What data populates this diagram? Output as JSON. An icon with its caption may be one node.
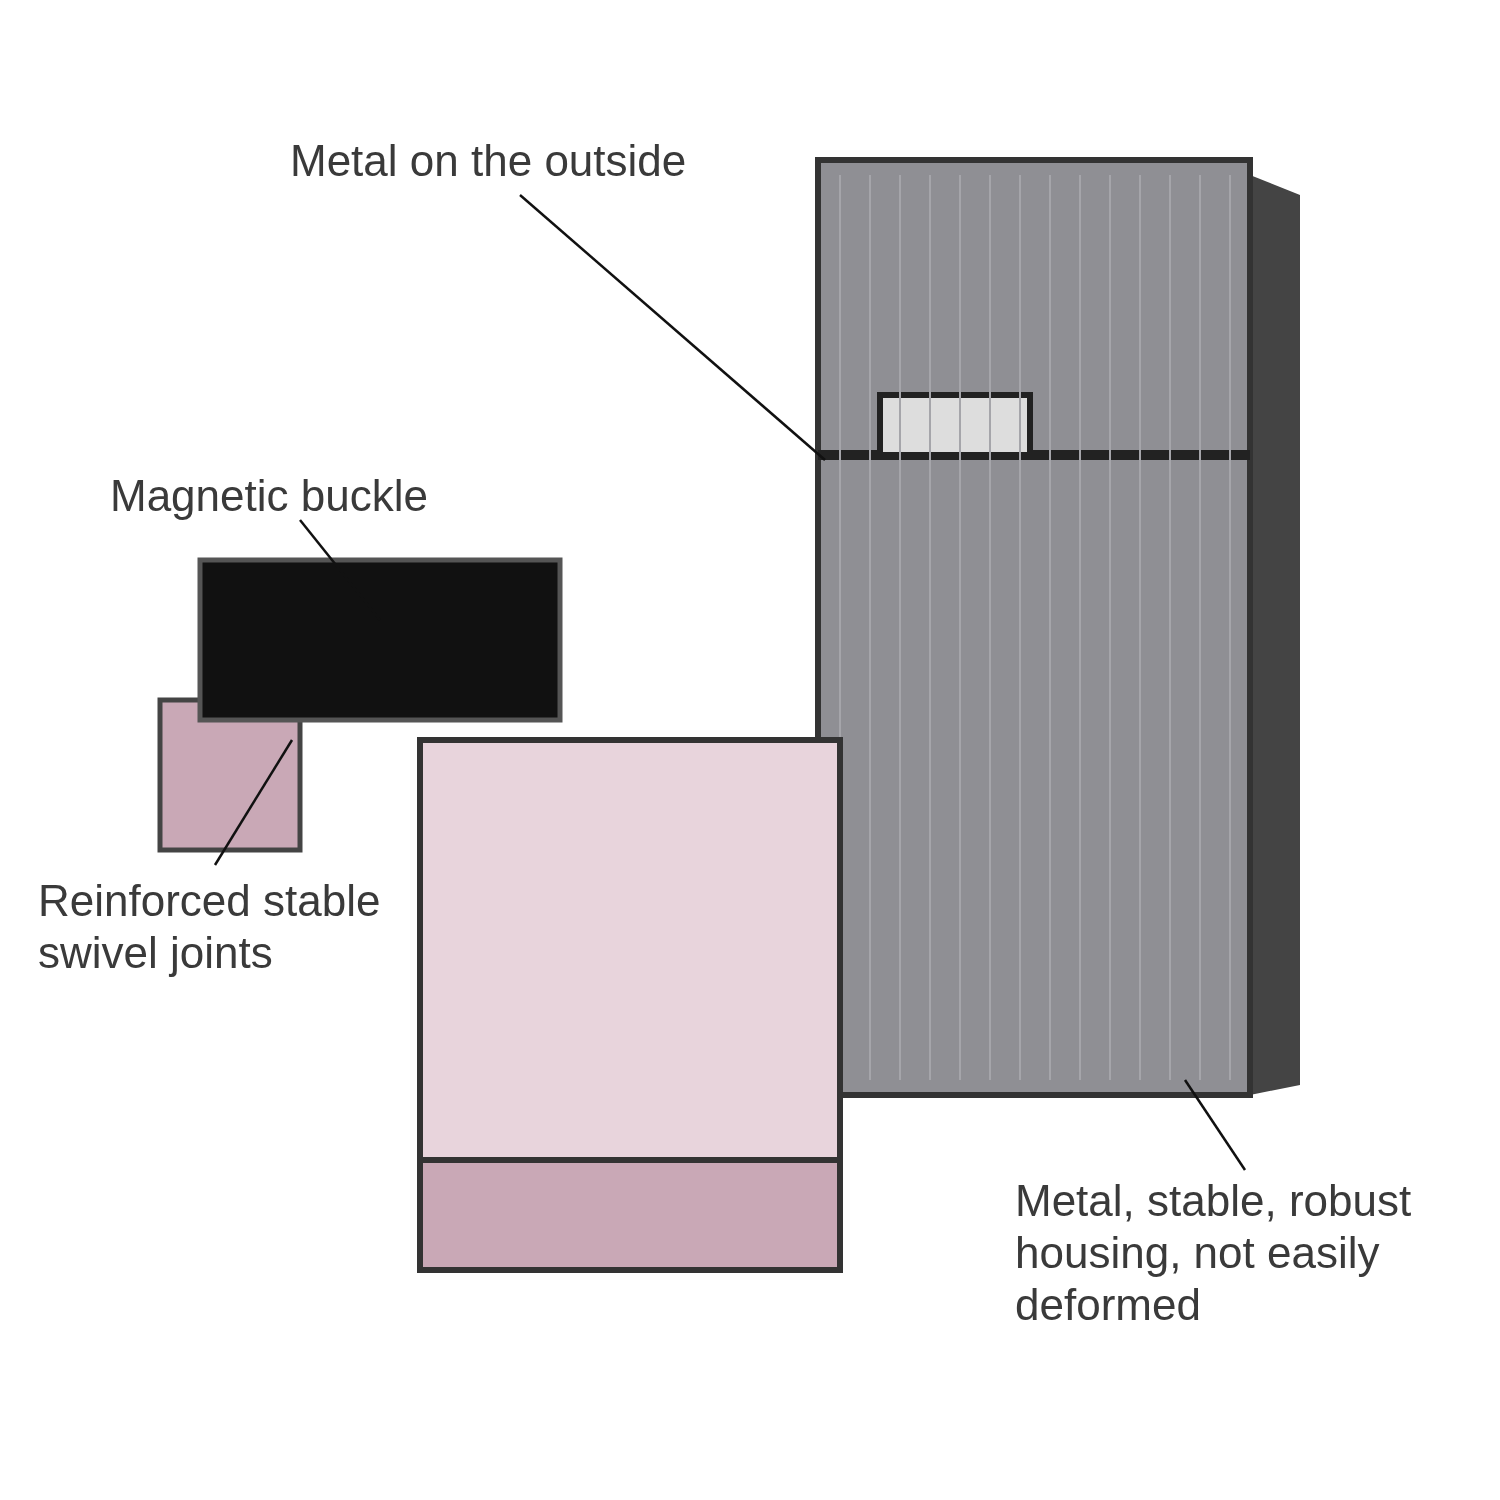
{
  "diagram": {
    "nodes": [
      {
        "text": [
          "Metal on the outside"
        ]
      },
      {
        "text": [
          "Magnetic buckle"
        ]
      },
      {
        "text": [
          "Reinforced stable swivel joints"
        ]
      },
      {
        "text": [
          "Metal, stable, robust housing, not easily deformed"
        ]
      }
    ],
    "edges": [
      {
        "from": 0,
        "to": null,
        "arrow": "none"
      },
      {
        "from": 1,
        "to": null,
        "arrow": "none"
      },
      {
        "from": 2,
        "to": null,
        "arrow": "none"
      },
      {
        "from": 3,
        "to": null,
        "arrow": "none"
      }
    ]
  }
}
